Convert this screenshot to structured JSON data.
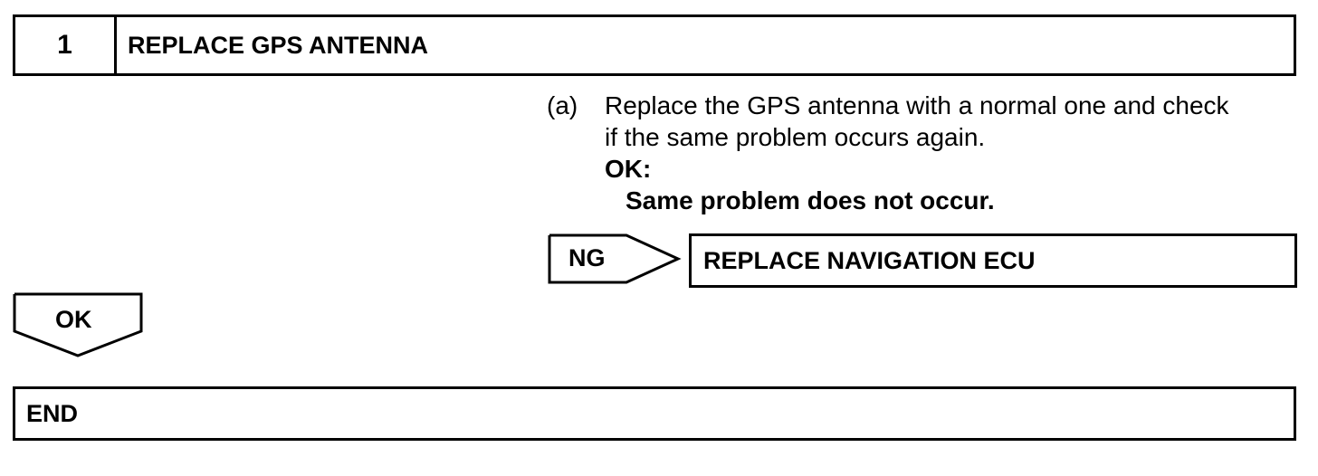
{
  "step": {
    "number": "1",
    "title": "REPLACE GPS ANTENNA"
  },
  "instruction": {
    "marker": "(a)",
    "line1": "Replace the GPS antenna with a normal one and check",
    "line2": "if the same problem occurs again.",
    "ok_heading": "OK:",
    "ok_criterion": "Same problem does not occur."
  },
  "ng_branch": {
    "label": "NG",
    "result": "REPLACE NAVIGATION ECU"
  },
  "ok_branch": {
    "label": "OK"
  },
  "end": {
    "label": "END"
  }
}
